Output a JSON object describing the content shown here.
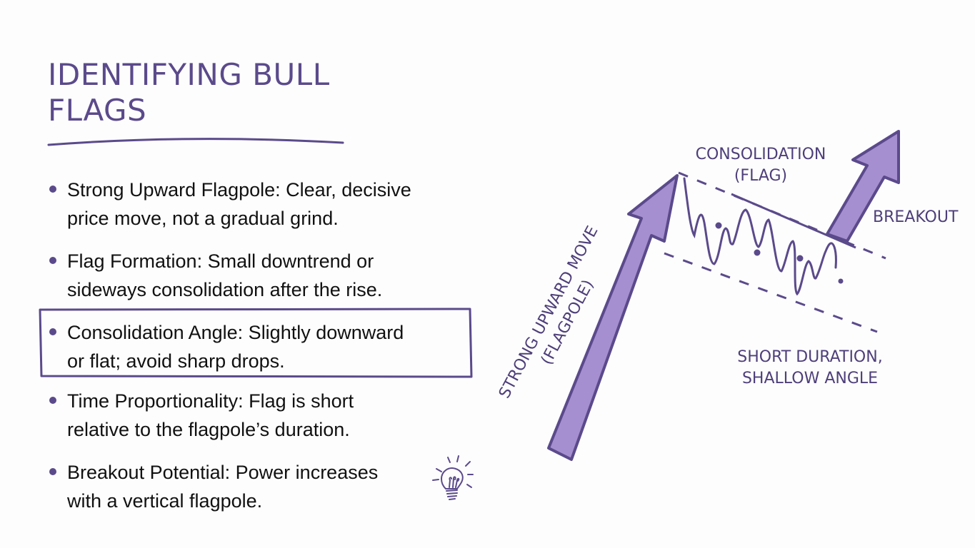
{
  "title": {
    "line1": "IDENTIFYING BULL",
    "line2": "FLAGS"
  },
  "bullets": [
    {
      "line1": "Strong Upward Flagpole: Clear, decisive",
      "line2": "price move, not a gradual grind.",
      "highlighted": false
    },
    {
      "line1": "Flag Formation: Small downtrend or",
      "line2": "sideways consolidation after the rise.",
      "highlighted": false
    },
    {
      "line1": "Consolidation Angle: Slightly downward",
      "line2": "or flat; avoid sharp drops.",
      "highlighted": true
    },
    {
      "line1": "Time Proportionality: Flag is short",
      "line2": "relative to the flagpole’s duration.",
      "highlighted": false
    },
    {
      "line1": "Breakout Potential: Power increases",
      "line2": "with a vertical flagpole.",
      "highlighted": false
    }
  ],
  "icons": {
    "bulb": "lightbulb-icon"
  },
  "diagram": {
    "flagpole_label_line1": "STRONG UPWARD MOVE",
    "flagpole_label_line2": "(FLAGPOLE)",
    "consolidation_label_line1": "CONSOLIDATION",
    "consolidation_label_line2": "(FLAG)",
    "breakout_label": "BREAKOUT",
    "short_label_line1": "SHORT DURATION,",
    "short_label_line2": "SHALLOW ANGLE"
  },
  "colors": {
    "accent": "#5b4a8b",
    "arrow_fill": "#a58fd0",
    "arrow_stroke": "#5b4a8b",
    "text": "#111111"
  }
}
